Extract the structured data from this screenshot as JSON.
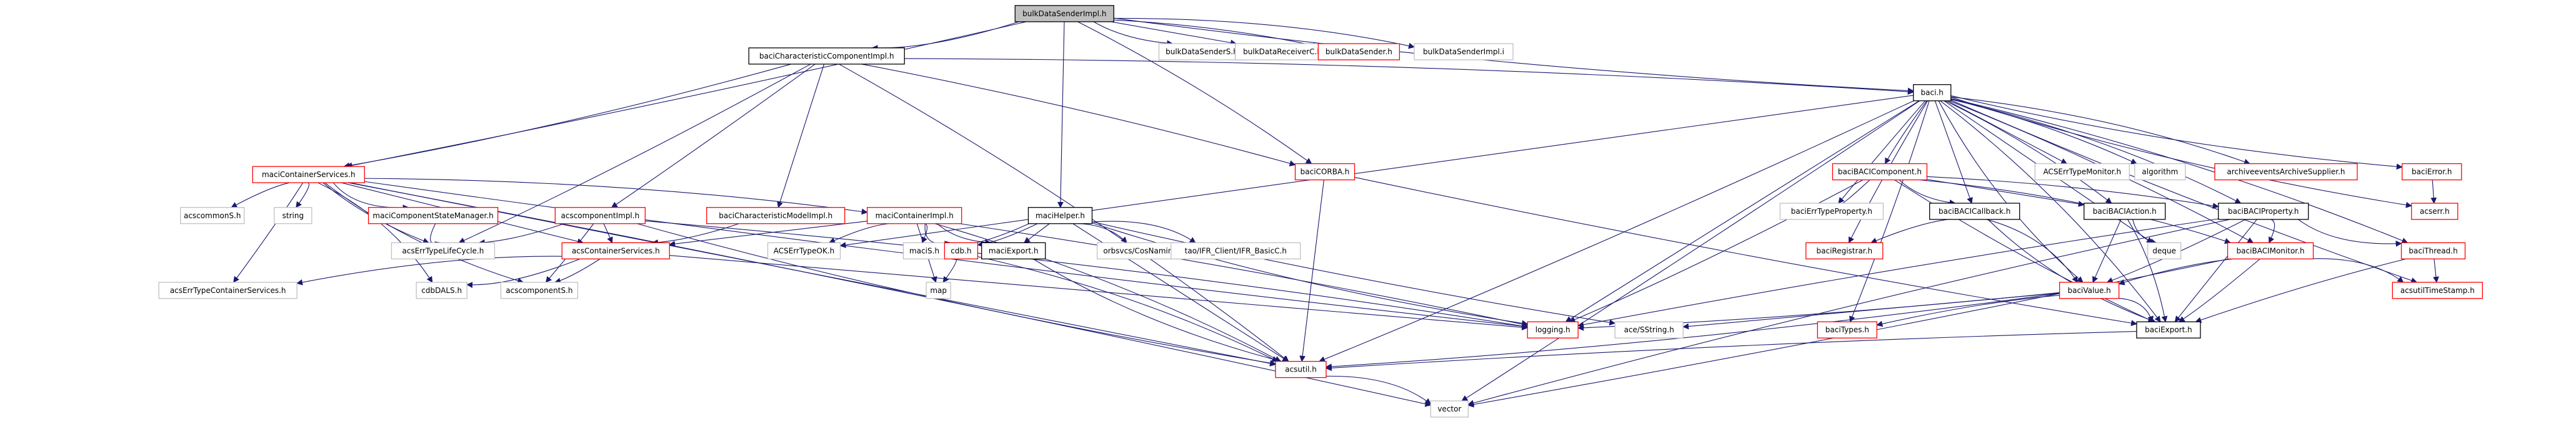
{
  "title": "bulkDataSenderImpl.h include dependency graph",
  "colors": {
    "edge": "#191970",
    "root_fill": "#bfbfbf",
    "documented_border": "#000000",
    "undocumented_border": "#c0c0c0",
    "truncated_border": "#ff0000"
  },
  "nodes": [
    {
      "id": "n0",
      "label": "bulkDataSenderImpl.h",
      "kind": "root"
    },
    {
      "id": "n1",
      "label": "baciCharacteristicComponentImpl.h",
      "kind": "documented"
    },
    {
      "id": "n2",
      "label": "bulkDataSenderS.h",
      "kind": "external"
    },
    {
      "id": "n3",
      "label": "bulkDataReceiverC.h",
      "kind": "external"
    },
    {
      "id": "n4",
      "label": "bulkDataSender.h",
      "kind": "truncated"
    },
    {
      "id": "n5",
      "label": "bulkDataSenderImpl.i",
      "kind": "external"
    },
    {
      "id": "n6",
      "label": "baci.h",
      "kind": "documented"
    },
    {
      "id": "n7",
      "label": "maciContainerServices.h",
      "kind": "truncated"
    },
    {
      "id": "n8",
      "label": "baciCORBA.h",
      "kind": "truncated"
    },
    {
      "id": "n9",
      "label": "baciBACIComponent.h",
      "kind": "truncated"
    },
    {
      "id": "n10",
      "label": "ACSErrTypeMonitor.h",
      "kind": "external"
    },
    {
      "id": "n11",
      "label": "algorithm",
      "kind": "external"
    },
    {
      "id": "n12",
      "label": "archiveeventsArchiveSupplier.h",
      "kind": "truncated"
    },
    {
      "id": "n13",
      "label": "baciError.h",
      "kind": "truncated"
    },
    {
      "id": "n14",
      "label": "baciErrTypeProperty.h",
      "kind": "external"
    },
    {
      "id": "n15",
      "label": "baciBACICallback.h",
      "kind": "documented"
    },
    {
      "id": "n16",
      "label": "baciBACIAction.h",
      "kind": "documented"
    },
    {
      "id": "n17",
      "label": "baciBACIProperty.h",
      "kind": "documented"
    },
    {
      "id": "n18",
      "label": "acserr.h",
      "kind": "truncated"
    },
    {
      "id": "n19",
      "label": "acscommonS.h",
      "kind": "external"
    },
    {
      "id": "n20",
      "label": "string",
      "kind": "external"
    },
    {
      "id": "n21",
      "label": "maciComponentStateManager.h",
      "kind": "truncated"
    },
    {
      "id": "n22",
      "label": "acscomponentImpl.h",
      "kind": "truncated"
    },
    {
      "id": "n23",
      "label": "baciCharacteristicModelImpl.h",
      "kind": "truncated"
    },
    {
      "id": "n24",
      "label": "maciContainerImpl.h",
      "kind": "truncated"
    },
    {
      "id": "n25",
      "label": "maciHelper.h",
      "kind": "documented"
    },
    {
      "id": "n26",
      "label": "baciRegistrar.h",
      "kind": "truncated"
    },
    {
      "id": "n27",
      "label": "deque",
      "kind": "external"
    },
    {
      "id": "n28",
      "label": "baciBACIMonitor.h",
      "kind": "truncated"
    },
    {
      "id": "n29",
      "label": "baciThread.h",
      "kind": "truncated"
    },
    {
      "id": "n30",
      "label": "acsErrTypeLifeCycle.h",
      "kind": "external"
    },
    {
      "id": "n31",
      "label": "acsContainerServices.h",
      "kind": "truncated"
    },
    {
      "id": "n32",
      "label": "ACSErrTypeOK.h",
      "kind": "external"
    },
    {
      "id": "n33",
      "label": "maciS.h",
      "kind": "external"
    },
    {
      "id": "n34",
      "label": "cdb.h",
      "kind": "truncated"
    },
    {
      "id": "n35",
      "label": "maciExport.h",
      "kind": "documented"
    },
    {
      "id": "n36",
      "label": "orbsvcs/CosNamingC.h",
      "kind": "external"
    },
    {
      "id": "n37",
      "label": "tao/IFR_Client/IFR_BasicC.h",
      "kind": "external"
    },
    {
      "id": "n38",
      "label": "baciValue.h",
      "kind": "truncated"
    },
    {
      "id": "n39",
      "label": "acsutilTimeStamp.h",
      "kind": "truncated"
    },
    {
      "id": "n40",
      "label": "acsErrTypeContainerServices.h",
      "kind": "external"
    },
    {
      "id": "n41",
      "label": "cdbDALS.h",
      "kind": "external"
    },
    {
      "id": "n42",
      "label": "acscomponentS.h",
      "kind": "external"
    },
    {
      "id": "n43",
      "label": "map",
      "kind": "external"
    },
    {
      "id": "n44",
      "label": "logging.h",
      "kind": "truncated"
    },
    {
      "id": "n45",
      "label": "ace/SString.h",
      "kind": "external"
    },
    {
      "id": "n46",
      "label": "baciTypes.h",
      "kind": "truncated"
    },
    {
      "id": "n47",
      "label": "baciExport.h",
      "kind": "documented"
    },
    {
      "id": "n48",
      "label": "acsutil.h",
      "kind": "truncated"
    },
    {
      "id": "n49",
      "label": "vector",
      "kind": "external"
    }
  ],
  "edges": [
    [
      "n0",
      "n1"
    ],
    [
      "n0",
      "n2"
    ],
    [
      "n0",
      "n3"
    ],
    [
      "n0",
      "n4"
    ],
    [
      "n0",
      "n5"
    ],
    [
      "n0",
      "n6"
    ],
    [
      "n0",
      "n7"
    ],
    [
      "n0",
      "n25"
    ],
    [
      "n0",
      "n8"
    ],
    [
      "n1",
      "n6"
    ],
    [
      "n1",
      "n7"
    ],
    [
      "n1",
      "n22"
    ],
    [
      "n1",
      "n23"
    ],
    [
      "n1",
      "n8"
    ],
    [
      "n1",
      "n48"
    ],
    [
      "n1",
      "n30"
    ],
    [
      "n6",
      "n9"
    ],
    [
      "n6",
      "n10"
    ],
    [
      "n6",
      "n11"
    ],
    [
      "n6",
      "n12"
    ],
    [
      "n6",
      "n13"
    ],
    [
      "n6",
      "n14"
    ],
    [
      "n6",
      "n15"
    ],
    [
      "n6",
      "n16"
    ],
    [
      "n6",
      "n17"
    ],
    [
      "n6",
      "n18"
    ],
    [
      "n6",
      "n26"
    ],
    [
      "n6",
      "n27"
    ],
    [
      "n6",
      "n28"
    ],
    [
      "n6",
      "n29"
    ],
    [
      "n6",
      "n38"
    ],
    [
      "n6",
      "n39"
    ],
    [
      "n6",
      "n44"
    ],
    [
      "n6",
      "n46"
    ],
    [
      "n6",
      "n47"
    ],
    [
      "n6",
      "n48"
    ],
    [
      "n6",
      "n49"
    ],
    [
      "n6",
      "n32"
    ],
    [
      "n7",
      "n19"
    ],
    [
      "n7",
      "n20"
    ],
    [
      "n7",
      "n21"
    ],
    [
      "n7",
      "n30"
    ],
    [
      "n7",
      "n31"
    ],
    [
      "n7",
      "n40"
    ],
    [
      "n7",
      "n41"
    ],
    [
      "n7",
      "n42"
    ],
    [
      "n7",
      "n44"
    ],
    [
      "n7",
      "n48"
    ],
    [
      "n7",
      "n49"
    ],
    [
      "n7",
      "n24"
    ],
    [
      "n9",
      "n14"
    ],
    [
      "n9",
      "n15"
    ],
    [
      "n9",
      "n16"
    ],
    [
      "n9",
      "n17"
    ],
    [
      "n9",
      "n28"
    ],
    [
      "n9",
      "n44"
    ],
    [
      "n9",
      "n47"
    ],
    [
      "n13",
      "n18"
    ],
    [
      "n15",
      "n26"
    ],
    [
      "n15",
      "n38"
    ],
    [
      "n15",
      "n47"
    ],
    [
      "n16",
      "n27"
    ],
    [
      "n16",
      "n38"
    ],
    [
      "n16",
      "n47"
    ],
    [
      "n17",
      "n28"
    ],
    [
      "n17",
      "n29"
    ],
    [
      "n17",
      "n38"
    ],
    [
      "n17",
      "n47"
    ],
    [
      "n17",
      "n44"
    ],
    [
      "n17",
      "n49"
    ],
    [
      "n21",
      "n30"
    ],
    [
      "n22",
      "n30"
    ],
    [
      "n22",
      "n31"
    ],
    [
      "n22",
      "n42"
    ],
    [
      "n22",
      "n44"
    ],
    [
      "n22",
      "n48"
    ],
    [
      "n23",
      "n31"
    ],
    [
      "n24",
      "n31"
    ],
    [
      "n24",
      "n32"
    ],
    [
      "n24",
      "n33"
    ],
    [
      "n24",
      "n34"
    ],
    [
      "n24",
      "n35"
    ],
    [
      "n24",
      "n43"
    ],
    [
      "n24",
      "n44"
    ],
    [
      "n24",
      "n48"
    ],
    [
      "n25",
      "n33"
    ],
    [
      "n25",
      "n34"
    ],
    [
      "n25",
      "n35"
    ],
    [
      "n25",
      "n36"
    ],
    [
      "n25",
      "n37"
    ],
    [
      "n25",
      "n44"
    ],
    [
      "n25",
      "n45"
    ],
    [
      "n25",
      "n48"
    ],
    [
      "n28",
      "n38"
    ],
    [
      "n28",
      "n39"
    ],
    [
      "n28",
      "n47"
    ],
    [
      "n28",
      "n49"
    ],
    [
      "n29",
      "n39"
    ],
    [
      "n29",
      "n47"
    ],
    [
      "n31",
      "n40"
    ],
    [
      "n31",
      "n41"
    ],
    [
      "n31",
      "n42"
    ],
    [
      "n31",
      "n44"
    ],
    [
      "n34",
      "n43"
    ],
    [
      "n34",
      "n48"
    ],
    [
      "n35",
      "n48"
    ],
    [
      "n38",
      "n44"
    ],
    [
      "n38",
      "n45"
    ],
    [
      "n38",
      "n46"
    ],
    [
      "n38",
      "n47"
    ],
    [
      "n38",
      "n48"
    ],
    [
      "n8",
      "n47"
    ],
    [
      "n8",
      "n48"
    ],
    [
      "n47",
      "n48"
    ],
    [
      "n48",
      "n49"
    ]
  ]
}
